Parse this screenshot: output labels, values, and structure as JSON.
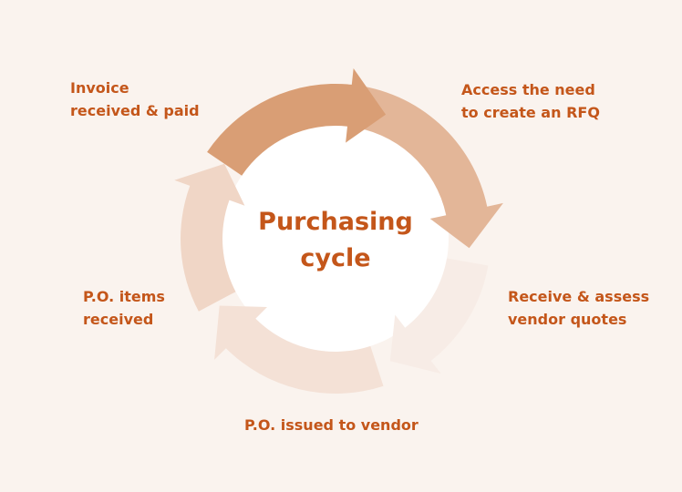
{
  "center": {
    "line1": "Purchasing",
    "line2": "cycle"
  },
  "steps": [
    {
      "id": "access-need",
      "lines": [
        "Access the need",
        "to create an RFQ"
      ],
      "color": "#e3b698"
    },
    {
      "id": "vendor-quotes",
      "lines": [
        "Receive & assess",
        "vendor quotes"
      ],
      "color": "#f7ece6"
    },
    {
      "id": "po-issued",
      "lines": [
        "P.O. issued to vendor"
      ],
      "color": "#f4e1d6"
    },
    {
      "id": "items-received",
      "lines": [
        "P.O. items",
        "received"
      ],
      "color": "#f0d6c6"
    },
    {
      "id": "invoice-paid",
      "lines": [
        "Invoice",
        "received & paid"
      ],
      "color": "#d99e75"
    }
  ],
  "colors": {
    "background": "#faf3ee",
    "text": "#c4561a",
    "inner_circle": "#ffffff"
  }
}
